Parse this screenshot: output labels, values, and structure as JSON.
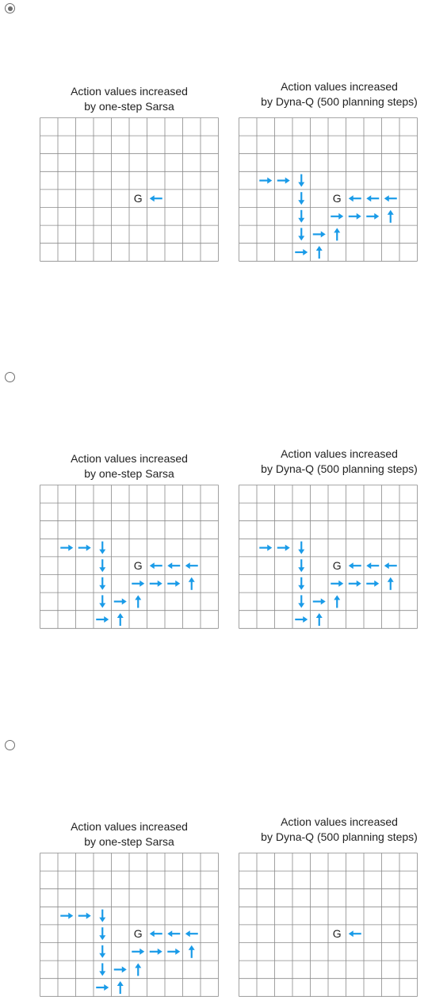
{
  "colors": {
    "arrow": "#1a9be8",
    "grid": "#8a8a8a",
    "text": "#222222"
  },
  "grid_size": {
    "cols": 10,
    "rows": 8
  },
  "goal": {
    "col": 5,
    "row": 4,
    "label": "G"
  },
  "options": [
    {
      "selected": true,
      "left": {
        "title_line1": "Action values increased",
        "title_line2": "by one-step Sarsa",
        "arrows": [
          {
            "col": 6,
            "row": 4,
            "dir": "left"
          }
        ]
      },
      "right": {
        "title_line1": "Action values increased",
        "title_line2": "by Dyna-Q (500 planning steps)",
        "arrows": [
          {
            "col": 1,
            "row": 3,
            "dir": "right"
          },
          {
            "col": 2,
            "row": 3,
            "dir": "right"
          },
          {
            "col": 3,
            "row": 3,
            "dir": "down"
          },
          {
            "col": 3,
            "row": 4,
            "dir": "down"
          },
          {
            "col": 6,
            "row": 4,
            "dir": "left"
          },
          {
            "col": 7,
            "row": 4,
            "dir": "left"
          },
          {
            "col": 8,
            "row": 4,
            "dir": "left"
          },
          {
            "col": 3,
            "row": 5,
            "dir": "down"
          },
          {
            "col": 5,
            "row": 5,
            "dir": "right"
          },
          {
            "col": 6,
            "row": 5,
            "dir": "right"
          },
          {
            "col": 7,
            "row": 5,
            "dir": "right"
          },
          {
            "col": 8,
            "row": 5,
            "dir": "up"
          },
          {
            "col": 3,
            "row": 6,
            "dir": "down"
          },
          {
            "col": 4,
            "row": 6,
            "dir": "right"
          },
          {
            "col": 5,
            "row": 6,
            "dir": "up"
          },
          {
            "col": 3,
            "row": 7,
            "dir": "right"
          },
          {
            "col": 4,
            "row": 7,
            "dir": "up"
          }
        ]
      }
    },
    {
      "selected": false,
      "left": {
        "title_line1": "Action values increased",
        "title_line2": "by one-step Sarsa",
        "arrows": [
          {
            "col": 1,
            "row": 3,
            "dir": "right"
          },
          {
            "col": 2,
            "row": 3,
            "dir": "right"
          },
          {
            "col": 3,
            "row": 3,
            "dir": "down"
          },
          {
            "col": 3,
            "row": 4,
            "dir": "down"
          },
          {
            "col": 6,
            "row": 4,
            "dir": "left"
          },
          {
            "col": 7,
            "row": 4,
            "dir": "left"
          },
          {
            "col": 8,
            "row": 4,
            "dir": "left"
          },
          {
            "col": 3,
            "row": 5,
            "dir": "down"
          },
          {
            "col": 5,
            "row": 5,
            "dir": "right"
          },
          {
            "col": 6,
            "row": 5,
            "dir": "right"
          },
          {
            "col": 7,
            "row": 5,
            "dir": "right"
          },
          {
            "col": 8,
            "row": 5,
            "dir": "up"
          },
          {
            "col": 3,
            "row": 6,
            "dir": "down"
          },
          {
            "col": 4,
            "row": 6,
            "dir": "right"
          },
          {
            "col": 5,
            "row": 6,
            "dir": "up"
          },
          {
            "col": 3,
            "row": 7,
            "dir": "right"
          },
          {
            "col": 4,
            "row": 7,
            "dir": "up"
          }
        ]
      },
      "right": {
        "title_line1": "Action values increased",
        "title_line2": "by Dyna-Q (500 planning steps)",
        "arrows": [
          {
            "col": 1,
            "row": 3,
            "dir": "right"
          },
          {
            "col": 2,
            "row": 3,
            "dir": "right"
          },
          {
            "col": 3,
            "row": 3,
            "dir": "down"
          },
          {
            "col": 3,
            "row": 4,
            "dir": "down"
          },
          {
            "col": 6,
            "row": 4,
            "dir": "left"
          },
          {
            "col": 7,
            "row": 4,
            "dir": "left"
          },
          {
            "col": 8,
            "row": 4,
            "dir": "left"
          },
          {
            "col": 3,
            "row": 5,
            "dir": "down"
          },
          {
            "col": 5,
            "row": 5,
            "dir": "right"
          },
          {
            "col": 6,
            "row": 5,
            "dir": "right"
          },
          {
            "col": 7,
            "row": 5,
            "dir": "right"
          },
          {
            "col": 8,
            "row": 5,
            "dir": "up"
          },
          {
            "col": 3,
            "row": 6,
            "dir": "down"
          },
          {
            "col": 4,
            "row": 6,
            "dir": "right"
          },
          {
            "col": 5,
            "row": 6,
            "dir": "up"
          },
          {
            "col": 3,
            "row": 7,
            "dir": "right"
          },
          {
            "col": 4,
            "row": 7,
            "dir": "up"
          }
        ]
      }
    },
    {
      "selected": false,
      "left": {
        "title_line1": "Action values increased",
        "title_line2": "by one-step Sarsa",
        "arrows": [
          {
            "col": 1,
            "row": 3,
            "dir": "right"
          },
          {
            "col": 2,
            "row": 3,
            "dir": "right"
          },
          {
            "col": 3,
            "row": 3,
            "dir": "down"
          },
          {
            "col": 3,
            "row": 4,
            "dir": "down"
          },
          {
            "col": 6,
            "row": 4,
            "dir": "left"
          },
          {
            "col": 7,
            "row": 4,
            "dir": "left"
          },
          {
            "col": 8,
            "row": 4,
            "dir": "left"
          },
          {
            "col": 3,
            "row": 5,
            "dir": "down"
          },
          {
            "col": 5,
            "row": 5,
            "dir": "right"
          },
          {
            "col": 6,
            "row": 5,
            "dir": "right"
          },
          {
            "col": 7,
            "row": 5,
            "dir": "right"
          },
          {
            "col": 8,
            "row": 5,
            "dir": "up"
          },
          {
            "col": 3,
            "row": 6,
            "dir": "down"
          },
          {
            "col": 4,
            "row": 6,
            "dir": "right"
          },
          {
            "col": 5,
            "row": 6,
            "dir": "up"
          },
          {
            "col": 3,
            "row": 7,
            "dir": "right"
          },
          {
            "col": 4,
            "row": 7,
            "dir": "up"
          }
        ]
      },
      "right": {
        "title_line1": "Action values increased",
        "title_line2": "by Dyna-Q (500 planning steps)",
        "arrows": [
          {
            "col": 6,
            "row": 4,
            "dir": "left"
          }
        ]
      }
    }
  ]
}
